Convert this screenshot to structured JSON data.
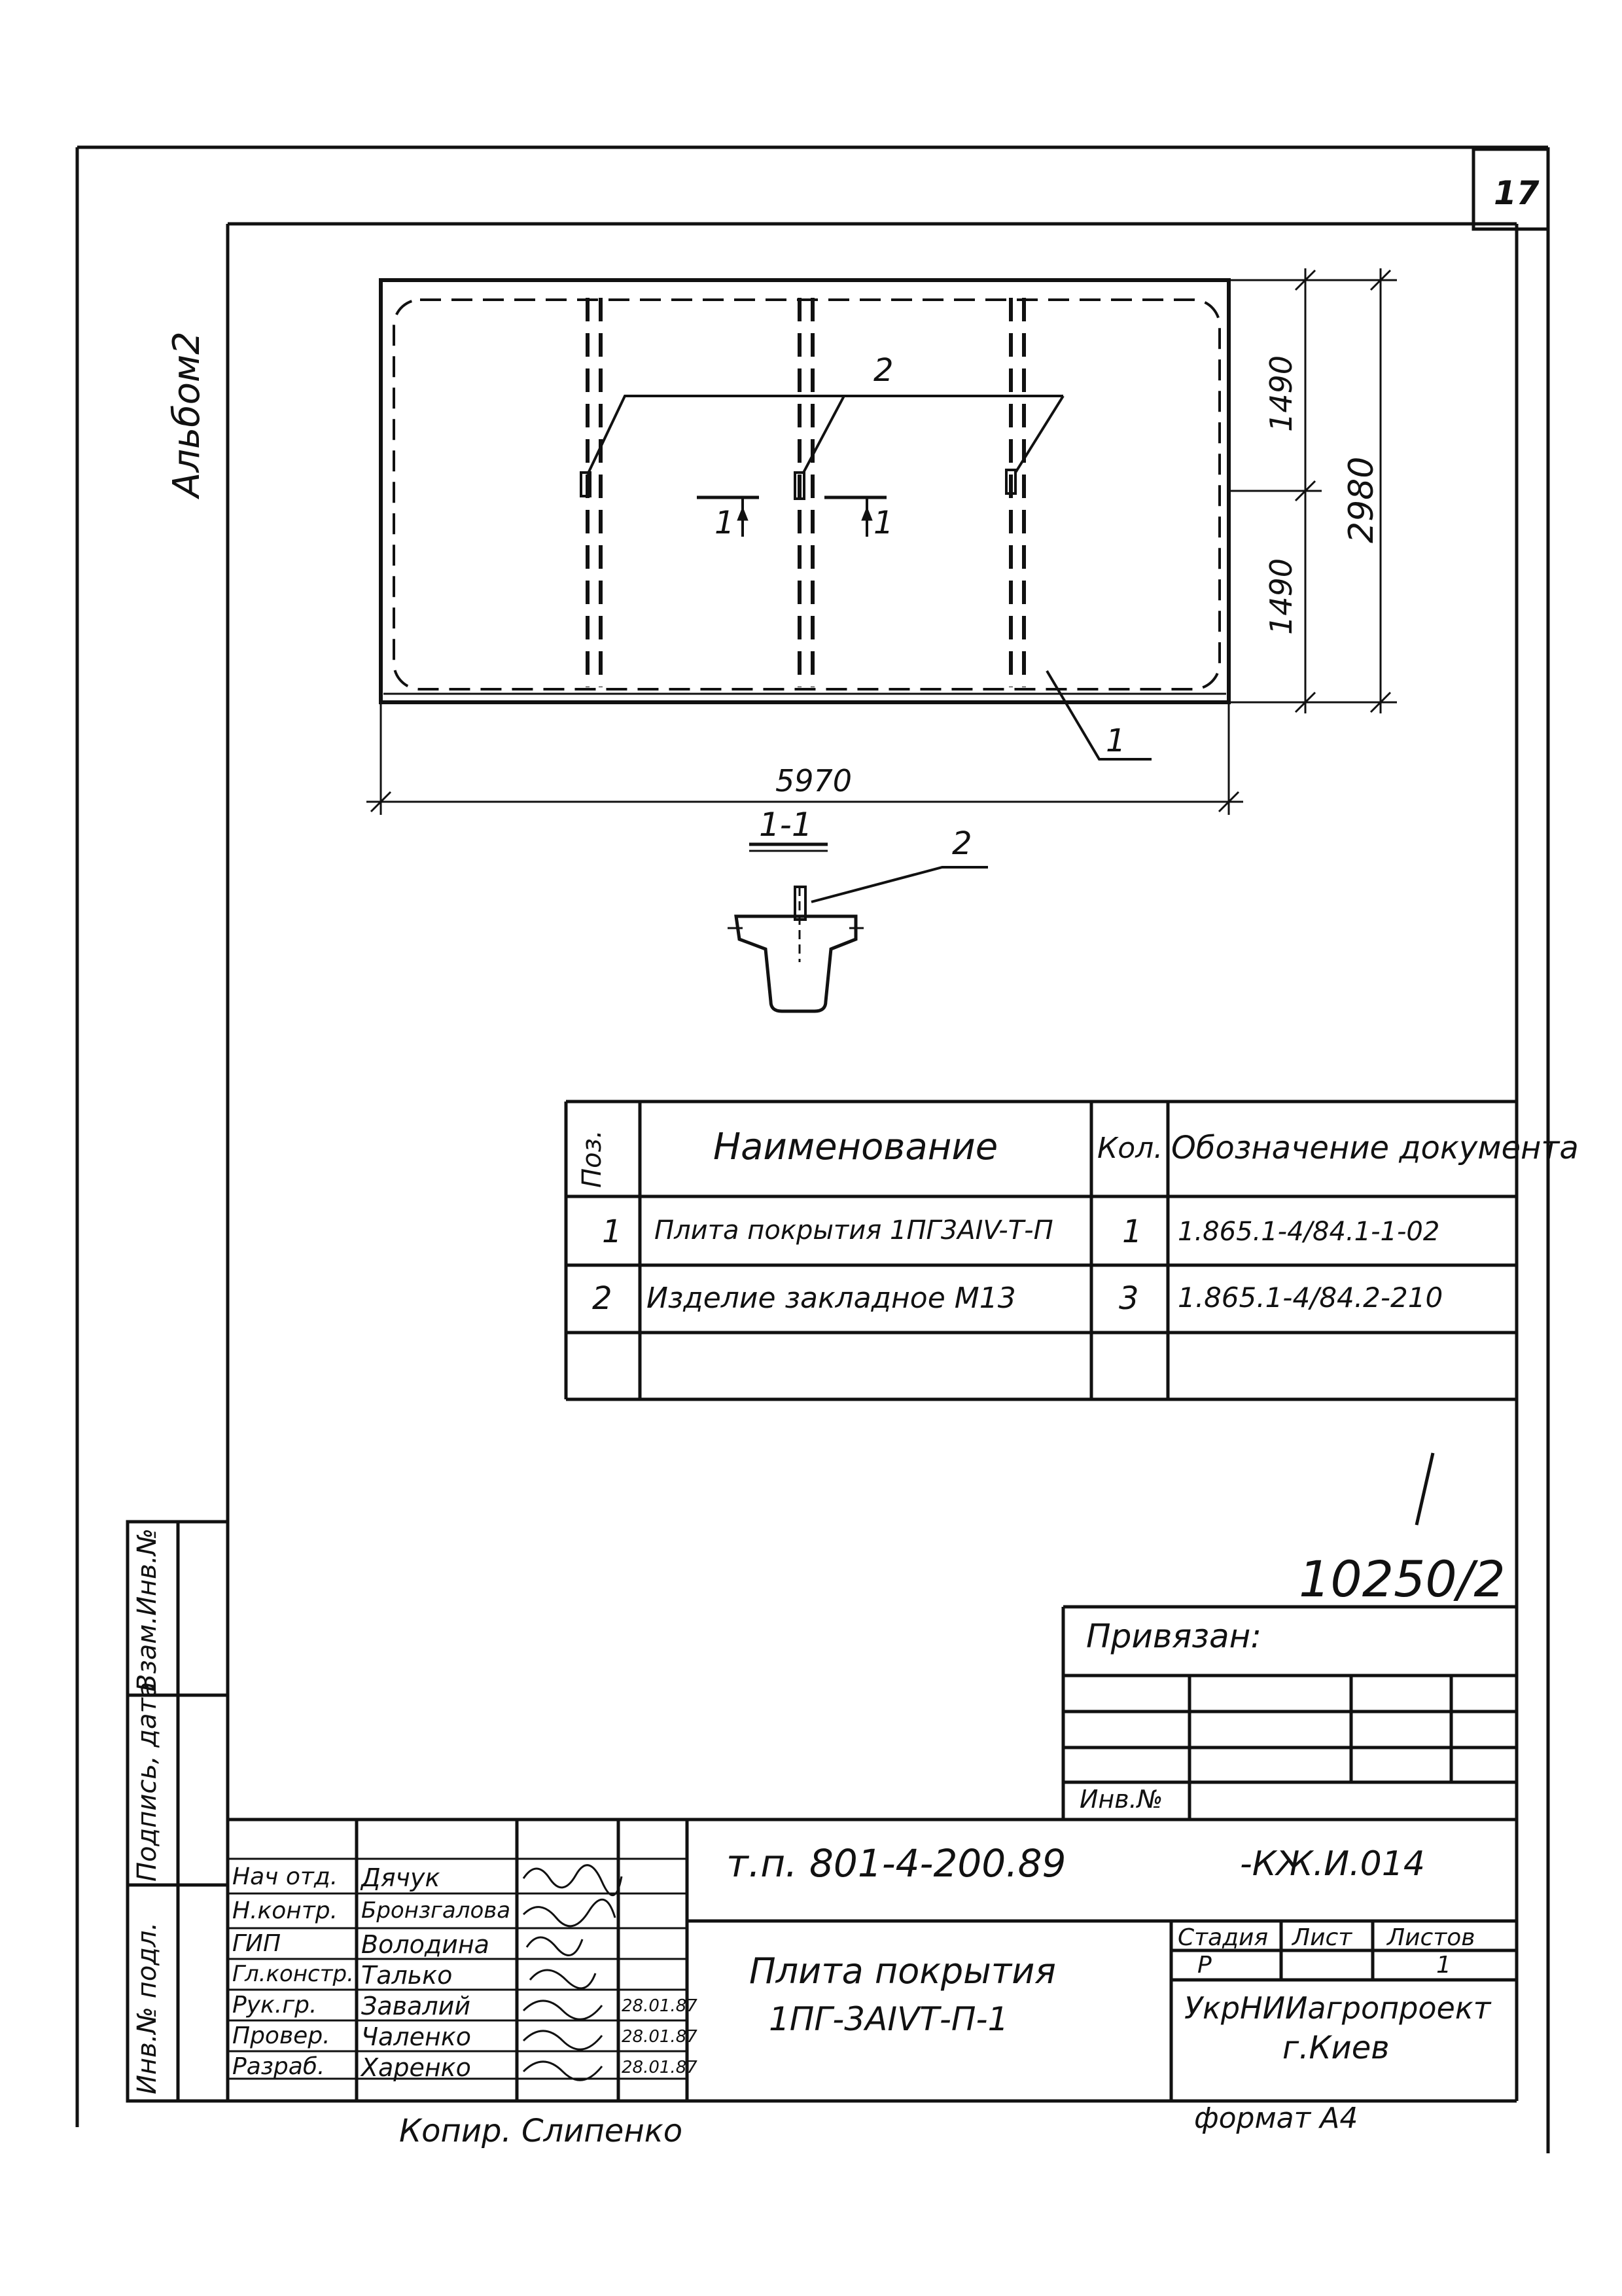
{
  "page_number": "17",
  "album_label": "Альбом2",
  "drawing": {
    "callout_embedded": "2",
    "callout_plate": "1",
    "section_mark_left": "1",
    "section_mark_right": "1",
    "dim_half_top": "1490",
    "dim_half_bottom": "1490",
    "dim_total_height": "2980",
    "dim_length": "5970",
    "section_title": "1-1",
    "section_callout": "2"
  },
  "spec_table": {
    "headers": [
      "Поз.",
      "Наименование",
      "Кол.",
      "Обозначение документа"
    ],
    "rows": [
      [
        "1",
        "Плита покрытия 1ПГ3АIV-Т-П",
        "1",
        "1.865.1-4/84.1-1-02"
      ],
      [
        "2",
        "Изделие закладное М13",
        "3",
        "1.865.1-4/84.2-210"
      ],
      [
        "",
        "",
        "",
        ""
      ]
    ]
  },
  "archive_number": "10250/2",
  "binding": {
    "label": "Привязан:",
    "inv_label": "Инв.№"
  },
  "side_stamp": [
    "Инв.№ подл.",
    "Подпись, дата",
    "Взам.Инв.№"
  ],
  "title_block": {
    "doc_code": "т.п. 801-4-200.89",
    "doc_suffix": "-КЖ.И.014",
    "roles": [
      {
        "role": "Нач отд.",
        "name": "Дячук",
        "date": ""
      },
      {
        "role": "Н.контр.",
        "name": "Бронзгалова",
        "date": ""
      },
      {
        "role": "ГИП",
        "name": "Володина",
        "date": ""
      },
      {
        "role": "Гл.констр.",
        "name": "Талько",
        "date": ""
      },
      {
        "role": "Рук.гр.",
        "name": "Завалий",
        "date": "28.01.87"
      },
      {
        "role": "Провер.",
        "name": "Чаленко",
        "date": "28.01.87"
      },
      {
        "role": "Разраб.",
        "name": "Харенко",
        "date": "28.01.87"
      }
    ],
    "title_line1": "Плита покрытия",
    "title_line2": "1ПГ-3АIVТ-П-1",
    "stage_header": "Стадия",
    "sheet_header": "Лист",
    "sheets_header": "Листов",
    "stage": "Р",
    "sheet": "",
    "sheets": "1",
    "org_line1": "УкрНИИагропроект",
    "org_line2": "г.Киев"
  },
  "footer": {
    "copier": "Копир. Слипенко",
    "format": "формат А4"
  }
}
